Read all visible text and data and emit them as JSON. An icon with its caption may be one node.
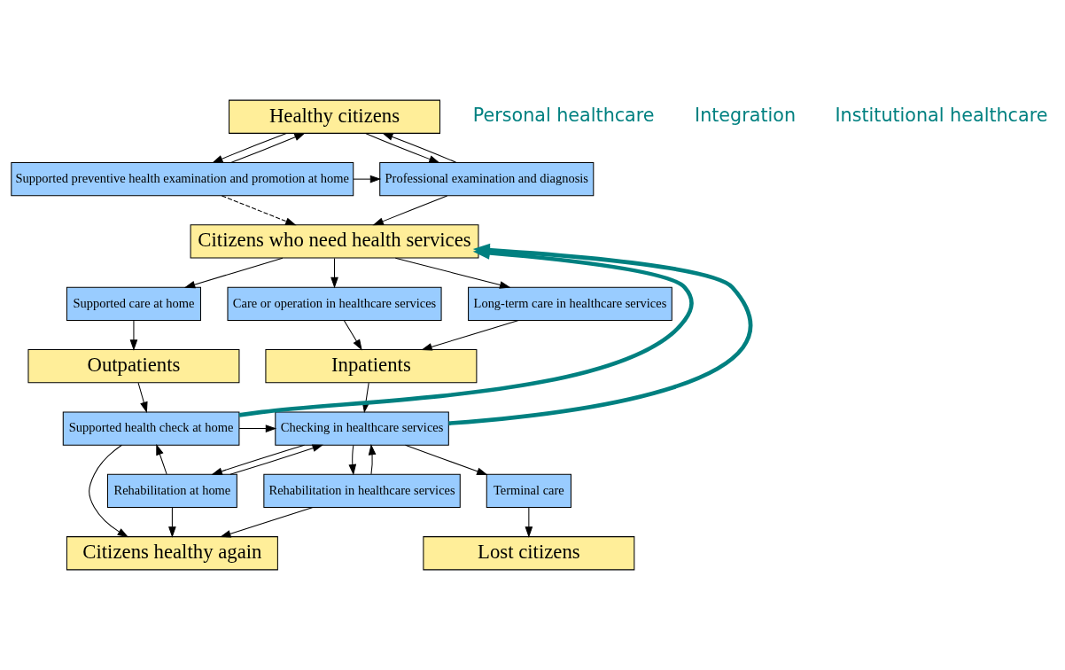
{
  "diagram": {
    "nodes": [
      {
        "text": [
          "Healthy citizens"
        ]
      },
      {
        "text": [
          "Supported preventive health examination and promotion at home"
        ]
      },
      {
        "text": [
          "Professional examination and diagnosis"
        ]
      },
      {
        "text": [
          "Citizens who need health services"
        ]
      },
      {
        "text": [
          "Supported care at home"
        ]
      },
      {
        "text": [
          "Care or operation in healthcare services"
        ]
      },
      {
        "text": [
          "Long-term care in healthcare services"
        ]
      },
      {
        "text": [
          "Outpatients"
        ]
      },
      {
        "text": [
          "Inpatients"
        ]
      },
      {
        "text": [
          "Supported health check at home"
        ]
      },
      {
        "text": [
          "Checking in healthcare services"
        ]
      },
      {
        "text": [
          "Rehabilitation at home"
        ]
      },
      {
        "text": [
          "Rehabilitation in healthcare services"
        ]
      },
      {
        "text": [
          "Terminal care"
        ]
      },
      {
        "text": [
          "Citizens healthy again"
        ]
      },
      {
        "text": [
          "Lost citizens"
        ]
      }
    ],
    "edges": [
      {
        "from": 0,
        "to": 1,
        "arrow": "to"
      },
      {
        "from": 1,
        "to": 0,
        "arrow": "to"
      },
      {
        "from": 0,
        "to": 2,
        "arrow": "to"
      },
      {
        "from": 2,
        "to": 0,
        "arrow": "to"
      },
      {
        "from": 1,
        "to": 2,
        "arrow": "to"
      },
      {
        "from": 1,
        "to": 3,
        "arrow": "to",
        "style": "dashed"
      },
      {
        "from": 2,
        "to": 3,
        "arrow": "to"
      },
      {
        "from": 3,
        "to": 4,
        "arrow": "to"
      },
      {
        "from": 3,
        "to": 5,
        "arrow": "to"
      },
      {
        "from": 3,
        "to": 6,
        "arrow": "to"
      },
      {
        "from": 4,
        "to": 7,
        "arrow": "to"
      },
      {
        "from": 5,
        "to": 8,
        "arrow": "to"
      },
      {
        "from": 6,
        "to": 8,
        "arrow": "to"
      },
      {
        "from": 7,
        "to": 9,
        "arrow": "to"
      },
      {
        "from": 8,
        "to": 10,
        "arrow": "to"
      },
      {
        "from": 9,
        "to": 10,
        "arrow": "to"
      },
      {
        "from": 9,
        "to": 3,
        "arrow": "to",
        "style": "thick",
        "color": "#008080"
      },
      {
        "from": 10,
        "to": 3,
        "arrow": "to",
        "style": "thick",
        "color": "#008080"
      },
      {
        "from": 9,
        "to": 14,
        "arrow": "to"
      },
      {
        "from": 11,
        "to": 9,
        "arrow": "to"
      },
      {
        "from": 11,
        "to": 10,
        "arrow": "to"
      },
      {
        "from": 10,
        "to": 11,
        "arrow": "to"
      },
      {
        "from": 10,
        "to": 12,
        "arrow": "to"
      },
      {
        "from": 12,
        "to": 10,
        "arrow": "to"
      },
      {
        "from": 10,
        "to": 13,
        "arrow": "to"
      },
      {
        "from": 11,
        "to": 14,
        "arrow": "to"
      },
      {
        "from": 12,
        "to": 14,
        "arrow": "to"
      },
      {
        "from": 13,
        "to": 15,
        "arrow": "to"
      }
    ],
    "labels": [
      "Personal healthcare",
      "Integration",
      "Institutional healthcare"
    ]
  }
}
